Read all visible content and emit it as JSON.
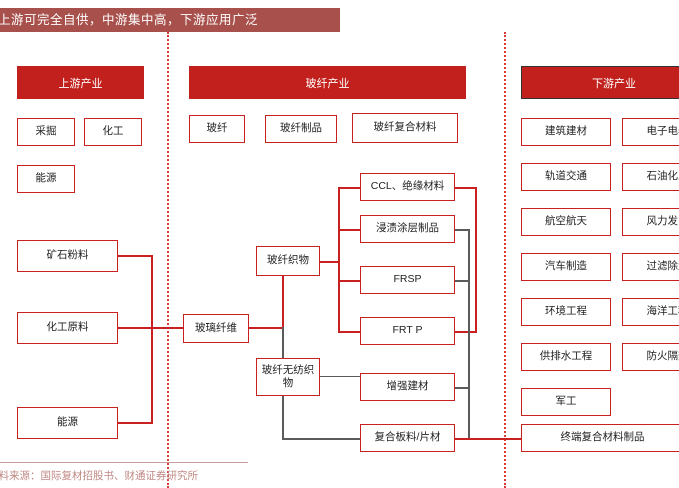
{
  "title": {
    "text": "上游可完全自供，中游集中高，下游应用广泛"
  },
  "headers": {
    "upstream": "上游产业",
    "midstream": "玻纤产业",
    "downstream": "下游产业"
  },
  "upstream": {
    "top_row": [
      "采掘",
      "化工"
    ],
    "second_row": [
      "能源"
    ],
    "materials": [
      "矿石粉料",
      "化工原料",
      "能源"
    ]
  },
  "midstream": {
    "category_boxes": [
      "玻纤",
      "玻纤制品",
      "玻纤复合材料"
    ],
    "root": "玻璃纤维",
    "branches": [
      "玻纤织物",
      "玻纤无纺织物"
    ],
    "woven_products": [
      "CCL、绝缘材料",
      "浸渍涂层制品",
      "FRSP",
      "FRT P"
    ],
    "nonwoven_products": [
      "增强建材",
      "复合板料/片材"
    ]
  },
  "downstream": {
    "column_1": [
      "建筑建材",
      "轨道交通",
      "航空航天",
      "汽车制造",
      "环境工程",
      "供排水工程",
      "军工"
    ],
    "column_2": [
      "电子电器",
      "石油化工",
      "风力发电",
      "过滤除尘",
      "海洋工程",
      "防火隔热"
    ],
    "end_product": "终端复合材料制品"
  },
  "footer": {
    "source": "资料来源：国际复材招股书、财通证券研究所"
  },
  "colors": {
    "title_bar": "#A8514C",
    "header_red": "#C2201C",
    "box_border": "#C9211F",
    "gray_connector": "#5B5B5B",
    "footer_text": "#C08A85"
  }
}
